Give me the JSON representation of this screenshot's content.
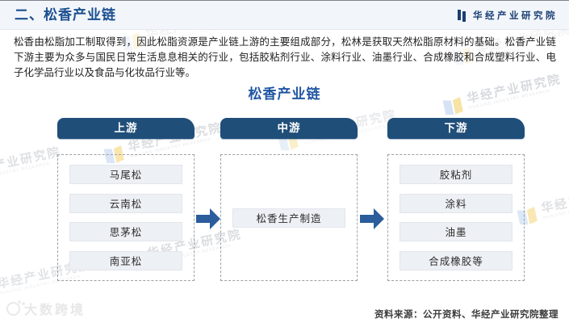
{
  "page": {
    "section_title": "二、松香产业链",
    "brand_name": "华经产业研究院",
    "intro": "松香由松脂加工制取得到，因此松脂资源是产业链上游的主要组成部分，松林是获取天然松脂原材料的基础。松香产业链下游主要为众多与国民日常生活息息相关的行业，包括胶粘剂行业、涂料行业、油墨行业、合成橡胶和合成塑料行业、电子化学品行业以及食品与化妆品行业等。",
    "source_note": "资料来源：公开资料、华经产业研究院整理"
  },
  "diagram": {
    "title": "松香产业链",
    "columns": [
      {
        "header": "上游",
        "items": [
          "马尾松",
          "云南松",
          "思茅松",
          "南亚松"
        ]
      },
      {
        "header": "中游",
        "items": [
          "松香生产制造"
        ]
      },
      {
        "header": "下游",
        "items": [
          "胶粘剂",
          "涂料",
          "油墨",
          "合成橡胶等"
        ]
      }
    ]
  },
  "watermark": {
    "brand_cn": "华经产业研究院",
    "brand_en": "HUAJING INDUSTRY RESEARCH",
    "corner": "大数跨境"
  },
  "colors": {
    "primary_blue": "#1F4E79",
    "arrow_blue": "#2B5C9C",
    "title_blue": "#2156A3",
    "section_title_blue": "#1B4F8F",
    "topbar_bg": "#F2F6FB",
    "item_bg": "#EDF0F4",
    "watermark_yellow": "#F5D26E",
    "watermark_blue": "#BCD2EF"
  }
}
